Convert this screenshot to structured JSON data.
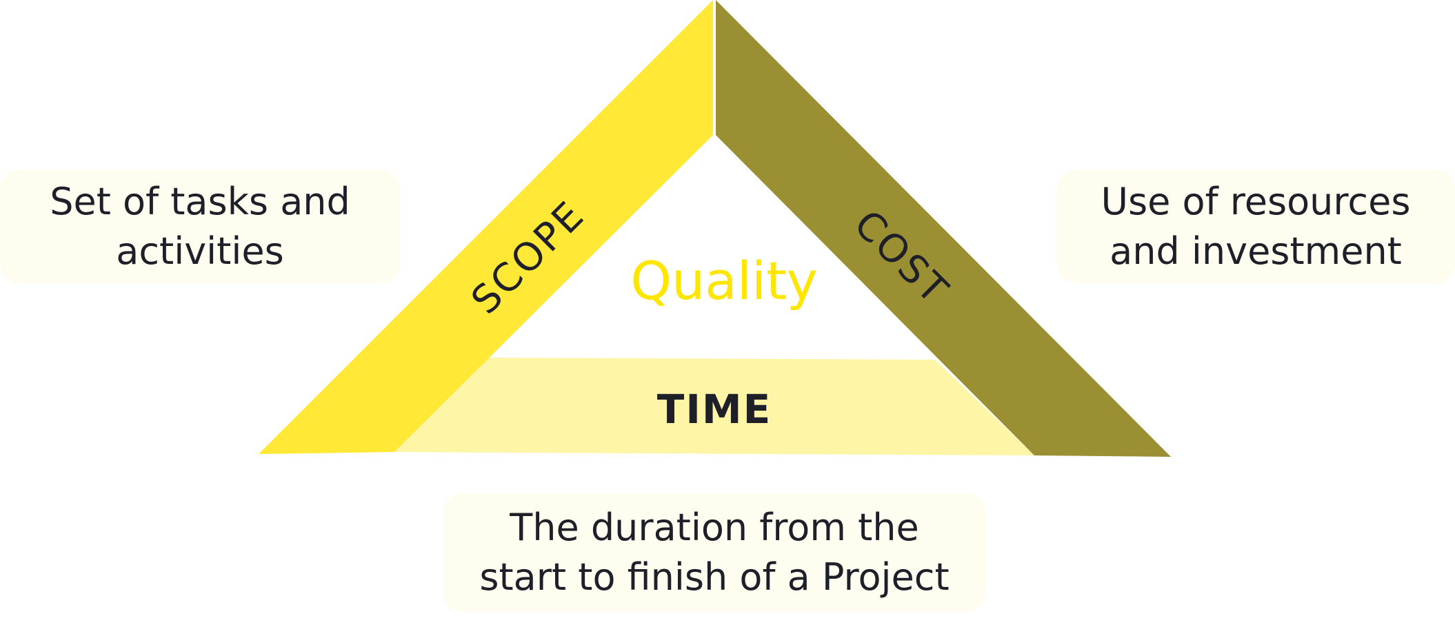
{
  "diagram": {
    "center_label": "Quality",
    "sides": {
      "scope": "SCOPE",
      "cost": "COST",
      "time": "TIME"
    },
    "callouts": {
      "scope": [
        "Set of tasks and",
        "activities"
      ],
      "cost": [
        "Use of resources",
        "and investment"
      ],
      "time": [
        "The duration from the",
        "start to finish of a Project"
      ]
    },
    "colors": {
      "scope": "#ffe936",
      "cost": "#9a9033",
      "time": "#fef5a6",
      "quality": "#ffe600",
      "text": "#1f1f29",
      "callout_bg": "#fffdf0"
    }
  }
}
